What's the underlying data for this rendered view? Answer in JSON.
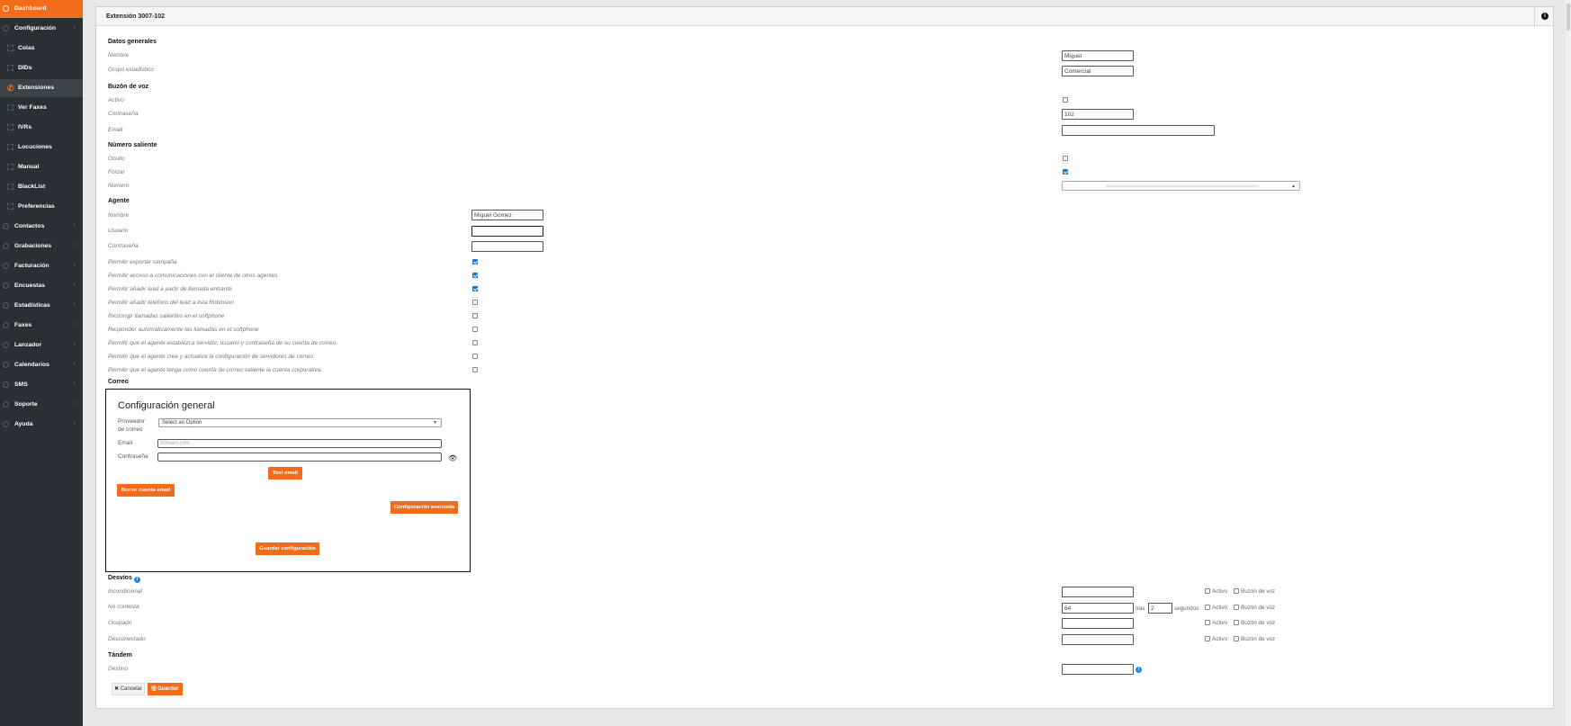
{
  "sidebar": {
    "items": [
      {
        "label": "Dashboard",
        "icon": "dashboard-icon"
      },
      {
        "label": "Configuración",
        "icon": "settings-icon"
      },
      {
        "label": "Colas",
        "icon": "queue-icon"
      },
      {
        "label": "DIDs",
        "icon": "did-icon"
      },
      {
        "label": "Extensiones",
        "icon": "phone-icon"
      },
      {
        "label": "Ver Faxes",
        "icon": "fax-icon"
      },
      {
        "label": "IVRs",
        "icon": "ivr-icon"
      },
      {
        "label": "Locuciones",
        "icon": "audio-icon"
      },
      {
        "label": "Manual",
        "icon": "manual-icon"
      },
      {
        "label": "BlackList",
        "icon": "blacklist-icon"
      },
      {
        "label": "Preferencias",
        "icon": "preferences-icon"
      },
      {
        "label": "Contactos",
        "icon": "contacts-icon"
      },
      {
        "label": "Grabaciones",
        "icon": "recordings-icon"
      },
      {
        "label": "Facturación",
        "icon": "billing-icon"
      },
      {
        "label": "Encuestas",
        "icon": "surveys-icon"
      },
      {
        "label": "Estadísticas",
        "icon": "stats-icon"
      },
      {
        "label": "Faxes",
        "icon": "faxes-icon"
      },
      {
        "label": "Lanzador",
        "icon": "launcher-icon"
      },
      {
        "label": "Calendarios",
        "icon": "calendar-icon"
      },
      {
        "label": "SMS",
        "icon": "sms-icon"
      },
      {
        "label": "Soporte",
        "icon": "support-icon"
      },
      {
        "label": "Ayuda",
        "icon": "help-icon"
      }
    ]
  },
  "header": {
    "title": "Extensión 3007-102"
  },
  "general": {
    "section": "Datos generales",
    "nombre_label": "Nombre",
    "nombre_value": "Miguel",
    "grupo_label": "Grupo estadístico",
    "grupo_value": "Comercial"
  },
  "voicemail": {
    "section": "Buzón de voz",
    "activo_label": "Activo",
    "activo_checked": false,
    "password_label": "Contraseña",
    "password_value": "102",
    "email_label": "Email",
    "email_value": ""
  },
  "outbound": {
    "section": "Número saliente",
    "oculto_label": "Oculto",
    "oculto_checked": false,
    "forzar_label": "Forzar",
    "forzar_checked": true,
    "numero_label": "Número",
    "numero_value": ""
  },
  "agent": {
    "section": "Agente",
    "nombre_label": "Nombre",
    "nombre_value": "Miguel Gomez",
    "usuario_label": "Usuario",
    "usuario_value": "",
    "password_label": "Contraseña",
    "password_value": "",
    "permissions": [
      {
        "label": "Permitir exportar campaña",
        "checked": true
      },
      {
        "label": "Permitir acceso a comunicaciones con el cliente de otros agentes",
        "checked": true
      },
      {
        "label": "Permitir añadir lead a partir de llamada entrante",
        "checked": true
      },
      {
        "label": "Permitir añadir teléfono del lead a lista Robinson",
        "checked": false
      },
      {
        "label": "Restringir llamadas salientes en el softphone",
        "checked": false
      },
      {
        "label": "Responder automáticamente las llamadas en el softphone",
        "checked": false
      },
      {
        "label": "Permitir que el agente establezca servidor, usuario y contraseña de su cuenta de correo.",
        "checked": false
      },
      {
        "label": "Permitir que el agente cree y actualice la configuración de servidores de correo",
        "checked": false
      },
      {
        "label": "Permitir que el agente tenga como cuenta de correo saliente la cuenta corporativa.",
        "checked": false
      }
    ]
  },
  "correo": {
    "section": "Correo",
    "title": "Configuración general",
    "provider_label_1": "Proveedor",
    "provider_label_2": "de correo",
    "provider_value": "Select an Option",
    "email_label": "Email",
    "email_placeholder": "domain.com",
    "password_label": "Contraseña",
    "test_button": "Test email",
    "delete_button": "Borrar cuenta email",
    "advanced_button": "Configuración avanzada",
    "save_button": "Guardar configuración"
  },
  "desvios": {
    "section": "Desvíos",
    "rows": [
      {
        "label": "Incondicional",
        "value": "",
        "activo": "Activo",
        "buzon": "Buzón de voz"
      },
      {
        "label": "No contesta",
        "value": "64",
        "tras": "tras",
        "seconds": "2",
        "segundos": "segundos",
        "activo": "Activo",
        "buzon": "Buzón de voz"
      },
      {
        "label": "Ocupado",
        "value": "",
        "activo": "Activo",
        "buzon": "Buzón de voz"
      },
      {
        "label": "Desconectado",
        "value": "",
        "activo": "Activo",
        "buzon": "Buzón de voz"
      }
    ]
  },
  "tandem": {
    "section": "Tándem",
    "destino_label": "Destino",
    "destino_value": ""
  },
  "actions": {
    "cancel": "Cancelar",
    "save": "Guardar"
  },
  "colors": {
    "accent": "#f26c1c",
    "sidebar": "#2a2f35",
    "check": "#1976d2"
  }
}
